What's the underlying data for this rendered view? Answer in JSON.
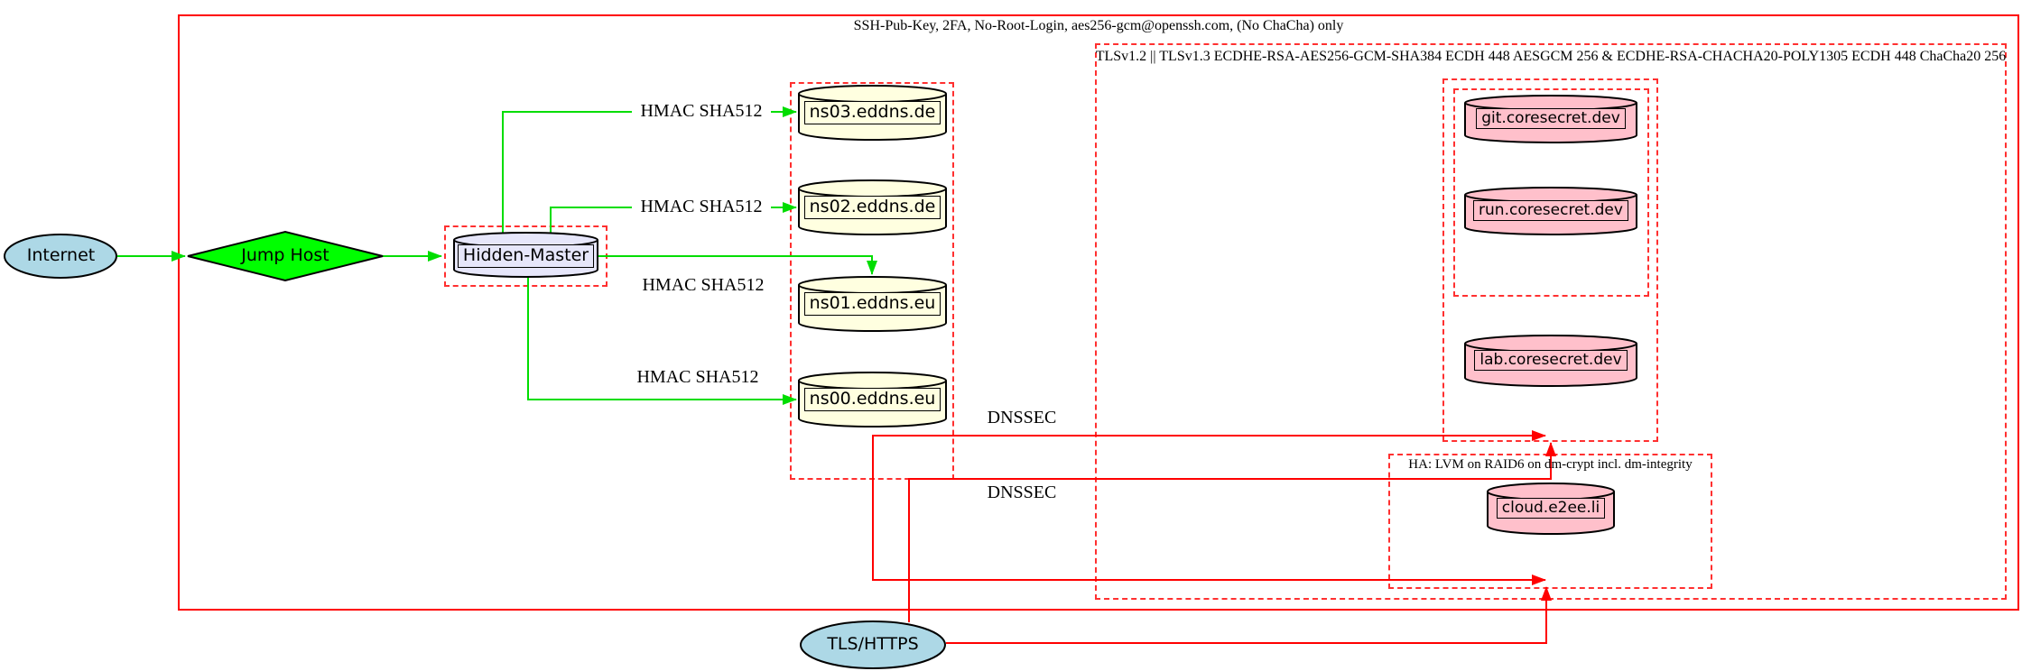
{
  "clusters": {
    "ssh_zone": {
      "label": "SSH-Pub-Key, 2FA, No-Root-Login, aes256-gcm@openssh.com, (No ChaCha) only"
    },
    "tls_zone": {
      "label": "TLSv1.2 || TLSv1.3 ECDHE-RSA-AES256-GCM-SHA384 ECDH 448 AESGCM 256 & ECDHE-RSA-CHACHA20-POLY1305 ECDH 448 ChaCha20 256"
    },
    "ha_zone": {
      "label": "HA: LVM on RAID6 on dm-crypt incl. dm-integrity"
    }
  },
  "nodes": {
    "internet": {
      "label": "Internet",
      "shape": "ellipse",
      "fill": "#add8e6"
    },
    "jump_host": {
      "label": "Jump Host",
      "shape": "diamond",
      "fill": "#00ff00"
    },
    "hidden_master": {
      "label": "Hidden-Master",
      "shape": "cylinder",
      "fill": "#e6e6fa"
    },
    "ns03": {
      "label": "ns03.eddns.de",
      "shape": "cylinder",
      "fill": "#ffffe0"
    },
    "ns02": {
      "label": "ns02.eddns.de",
      "shape": "cylinder",
      "fill": "#ffffe0"
    },
    "ns01": {
      "label": "ns01.eddns.eu",
      "shape": "cylinder",
      "fill": "#ffffe0"
    },
    "ns00": {
      "label": "ns00.eddns.eu",
      "shape": "cylinder",
      "fill": "#ffffe0"
    },
    "git": {
      "label": "git.coresecret.dev",
      "shape": "cylinder",
      "fill": "#ffc0cb"
    },
    "run": {
      "label": "run.coresecret.dev",
      "shape": "cylinder",
      "fill": "#ffc0cb"
    },
    "lab": {
      "label": "lab.coresecret.dev",
      "shape": "cylinder",
      "fill": "#ffc0cb"
    },
    "cloud": {
      "label": "cloud.e2ee.li",
      "shape": "cylinder",
      "fill": "#ffc0cb"
    },
    "tls_https": {
      "label": "TLS/HTTPS",
      "shape": "ellipse",
      "fill": "#add8e6"
    }
  },
  "edge_labels": {
    "hmac_ns03": "HMAC SHA512",
    "hmac_ns02": "HMAC SHA512",
    "hmac_ns01": "HMAC SHA512",
    "hmac_ns00": "HMAC SHA512",
    "dnssec_upper": "DNSSEC",
    "dnssec_lower": "DNSSEC"
  },
  "colors": {
    "green_edge": "#00dd00",
    "red_edge": "#ff0000",
    "cluster_border": "#ff3030",
    "node_border": "#000000",
    "node_lightblue": "#add8e6",
    "node_green": "#00ff00",
    "node_lavender": "#e6e6fa",
    "node_lightyellow": "#ffffe0",
    "node_pink": "#ffc0cb"
  }
}
